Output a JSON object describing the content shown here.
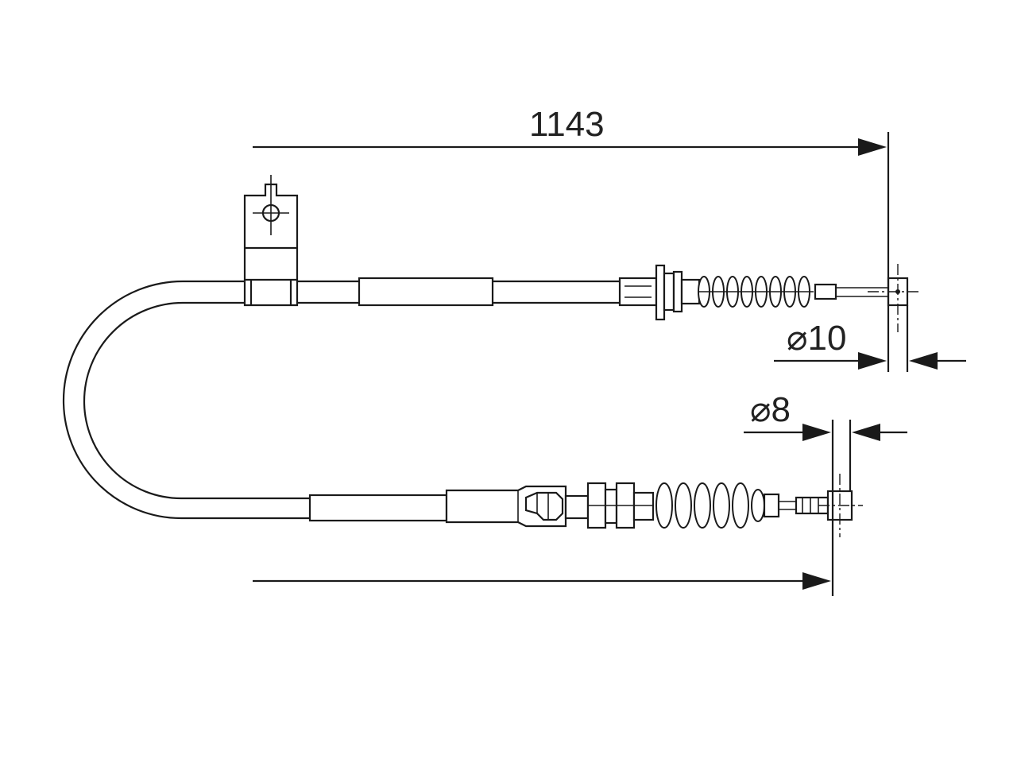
{
  "dimensions": {
    "overall_length": "1143",
    "upper_end_diameter": "⌀10",
    "lower_end_diameter": "⌀8"
  },
  "colors": {
    "line": "#1a1a1a",
    "text": "#222222",
    "background": "#ffffff"
  }
}
